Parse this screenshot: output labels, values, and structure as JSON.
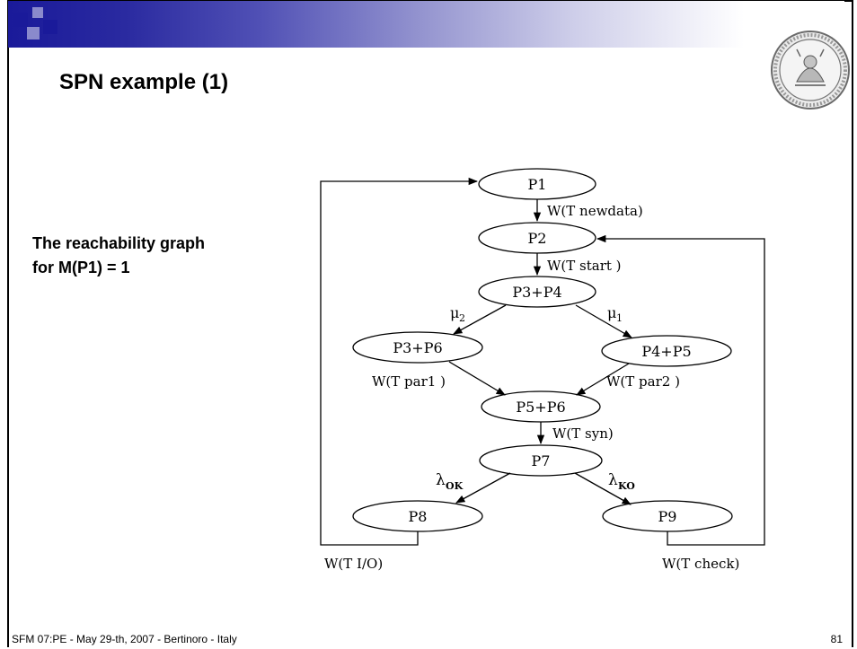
{
  "slide": {
    "title": "SPN example (1)",
    "side_text": [
      "The reachability graph",
      "for M(P1) = 1"
    ],
    "footer": "SFM 07:PE - May 29-th, 2007 - Bertinoro - Italy",
    "page_number": "81"
  },
  "graph": {
    "nodes": {
      "p1": "P1",
      "p2": "P2",
      "p3p4": "P3+P4",
      "p3p6": "P3+P6",
      "p4p5": "P4+P5",
      "p5p6": "P5+P6",
      "p7": "P7",
      "p8": "P8",
      "p9": "P9"
    },
    "edges": {
      "p1_p2": "W(T newdata)",
      "p2_p3p4": "W(T start )",
      "p3p4_p3p6_sym": "μ",
      "p3p4_p3p6_sub": "2",
      "p3p4_p4p5_sym": "μ",
      "p3p4_p4p5_sub": "1",
      "p3p6_p5p6": "W(T par1 )",
      "p4p5_p5p6": "W(T par2 )",
      "p5p6_p7": "W(T syn)",
      "p7_p8_sym": "λ",
      "p7_p8_sub": "OK",
      "p7_p9_sym": "λ",
      "p7_p9_sub": "KO",
      "p8_p1": "W(T I/O)",
      "p9_p2": "W(T check)"
    }
  },
  "colors": {
    "accent": "#1a1a9a",
    "text": "#000000"
  }
}
